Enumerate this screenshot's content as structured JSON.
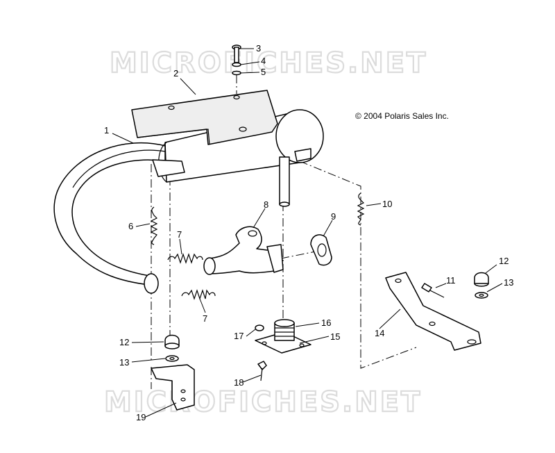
{
  "watermarks": [
    "MICROFICHES.NET",
    "MICROFICHES.NET"
  ],
  "copyright": "© 2004 Polaris Sales Inc.",
  "callouts": [
    "1",
    "2",
    "3",
    "4",
    "5",
    "6",
    "7",
    "7",
    "8",
    "9",
    "10",
    "11",
    "12",
    "12",
    "13",
    "13",
    "14",
    "15",
    "16",
    "17",
    "18",
    "19"
  ]
}
